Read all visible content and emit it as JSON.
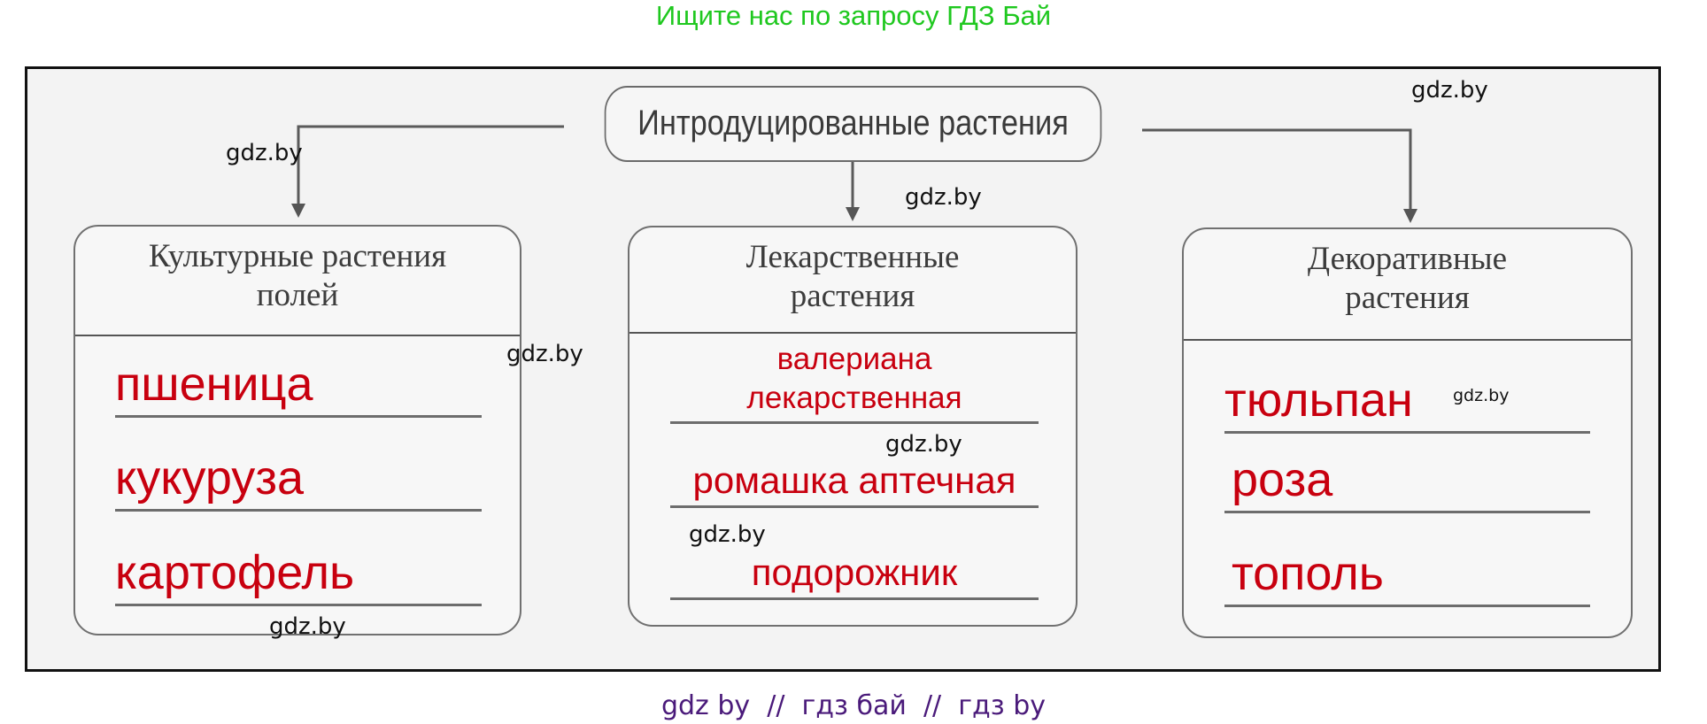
{
  "header": {
    "banner_text": "Ищите нас по запросу ГДЗ Бай",
    "banner_color": "#1fc81f"
  },
  "diagram": {
    "root": {
      "label": "Интродуцированные растения"
    },
    "categories": [
      {
        "title_line1": "Культурные растения",
        "title_line2": "полей",
        "items": [
          "пшеница",
          "кукуруза",
          "картофель"
        ]
      },
      {
        "title_line1": "Лекарственные",
        "title_line2": "растения",
        "items": [
          "валериана",
          "лекарственная",
          "ромашка аптечная",
          "подорожник"
        ]
      },
      {
        "title_line1": "Декоративные",
        "title_line2": "растения",
        "items": [
          "тюльпан",
          "роза",
          "тополь"
        ]
      }
    ],
    "answer_color": "#c8000f",
    "line_color": "#5a5a5a"
  },
  "watermarks": [
    "gdz.by",
    "gdz.by",
    "gdz.by",
    "gdz.by",
    "gdz.by",
    "gdz.by",
    "gdz.by",
    "gdz.by"
  ],
  "footer": {
    "text": "gdz by  //  гдз бай  //  гдз by",
    "color": "#4a1a7a"
  }
}
